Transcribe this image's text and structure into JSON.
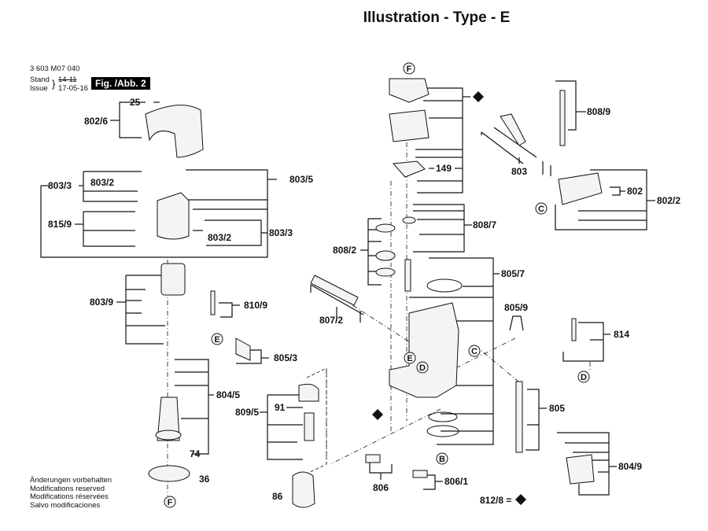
{
  "header": {
    "title": "Illustration - Type - E",
    "part_number": "3 603 M07 040",
    "stand_label": "Stand",
    "issue_label": "Issue",
    "stand_value": "14-11",
    "issue_value": "17-05-16",
    "figure_label": "Fig. /Abb. 2"
  },
  "notes": [
    "Änderungen vorbehalten",
    "Modifications reserved",
    "Modifications réservées",
    "Salvo modificaciones"
  ],
  "legend": {
    "diamond_text": "812/8 ="
  },
  "labels": {
    "l25": "25",
    "l802_6": "802/6",
    "l803_3a": "803/3",
    "l803_2a": "803/2",
    "l803_5": "803/5",
    "l815_9": "815/9",
    "l803_2b": "803/2",
    "l803_3b": "803/3",
    "l803_9": "803/9",
    "l810_9": "810/9",
    "l805_3": "805/3",
    "l804_5": "804/5",
    "l74": "74",
    "l36": "36",
    "l809_5": "809/5",
    "l91": "91",
    "l86": "86",
    "l149": "149",
    "l808_9": "808/9",
    "l803": "803",
    "l802": "802",
    "l802_2": "802/2",
    "l808_7": "808/7",
    "l808_2": "808/2",
    "l807_2": "807/2",
    "l805_7": "805/7",
    "l805_9": "805/9",
    "l814": "814",
    "l805": "805",
    "l806": "806",
    "l806_1": "806/1",
    "l804_9": "804/9"
  },
  "callouts": {
    "F_top": "F",
    "F_bottom": "F",
    "E_left": "E",
    "E_mid": "E",
    "D_mid": "D",
    "D_right": "D",
    "C_mid": "C",
    "C_top": "C",
    "B": "B"
  }
}
